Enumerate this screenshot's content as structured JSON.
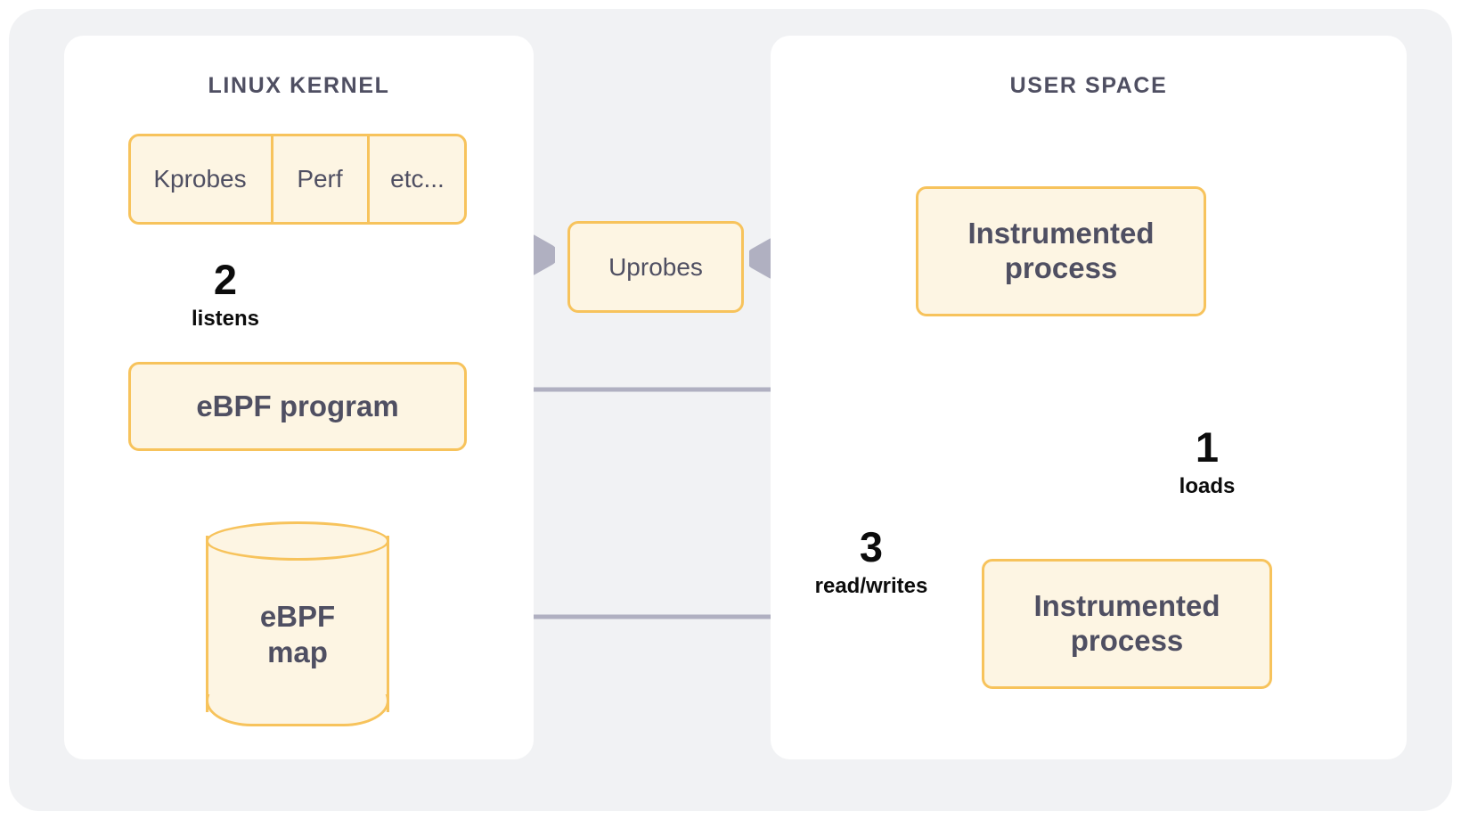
{
  "theme": {
    "page_background": "#ffffff",
    "canvas_background": "#f1f2f4",
    "panel_background": "#ffffff",
    "node_fill": "#fdf5e3",
    "node_border": "#f7c35c",
    "node_text": "#4f4f62",
    "arrow": "#b0b0c1",
    "step_text": "#0c0c0c"
  },
  "panels": {
    "kernel": {
      "title": "LINUX KERNEL"
    },
    "user": {
      "title": "USER SPACE"
    }
  },
  "nodes": {
    "probes": {
      "cells": [
        "Kprobes",
        "Perf",
        "etc..."
      ]
    },
    "ebpf_program": {
      "label": "eBPF program"
    },
    "ebpf_map": {
      "line1": "eBPF",
      "line2": "map"
    },
    "uprobes": {
      "label": "Uprobes"
    },
    "process_top": {
      "line1": "Instrumented",
      "line2": "process"
    },
    "process_bottom": {
      "line1": "Instrumented",
      "line2": "process"
    }
  },
  "steps": [
    {
      "num": "1",
      "caption": "loads"
    },
    {
      "num": "2",
      "caption": "listens"
    },
    {
      "num": "3",
      "caption": "read/writes"
    }
  ]
}
